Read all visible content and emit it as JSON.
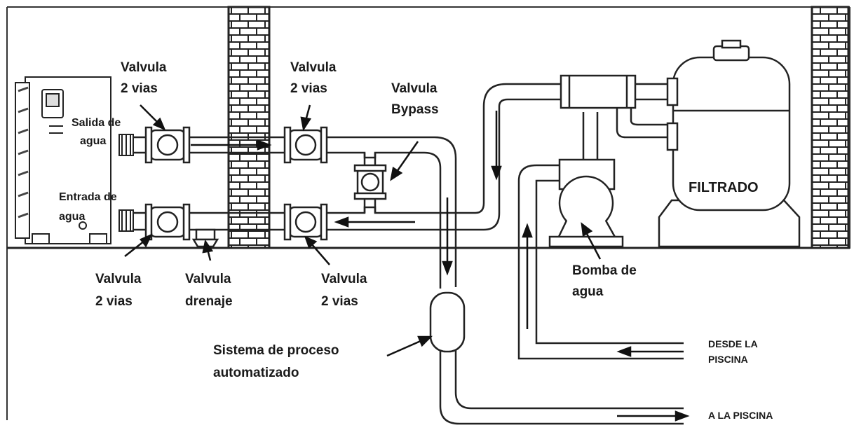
{
  "labels": {
    "valve_top_left": [
      "Valvula",
      "2 vias"
    ],
    "valve_top_mid": [
      "Valvula",
      "2 vias"
    ],
    "bypass_valve": [
      "Valvula",
      "Bypass"
    ],
    "outlet": [
      "Salida de",
      "agua"
    ],
    "inlet": [
      "Entrada de",
      "agua"
    ],
    "valve_bottom_left": [
      "Valvula",
      "2 vias"
    ],
    "drain_valve": [
      "Valvula",
      "drenaje"
    ],
    "valve_bottom_mid": [
      "Valvula",
      "2 vias"
    ],
    "filter": "FILTRADO",
    "pump": [
      "Bomba de",
      "agua"
    ],
    "automation": [
      "Sistema de proceso",
      "automatizado"
    ],
    "from_pool": [
      "DESDE LA",
      "PISCINA"
    ],
    "to_pool": "A LA PISCINA"
  }
}
